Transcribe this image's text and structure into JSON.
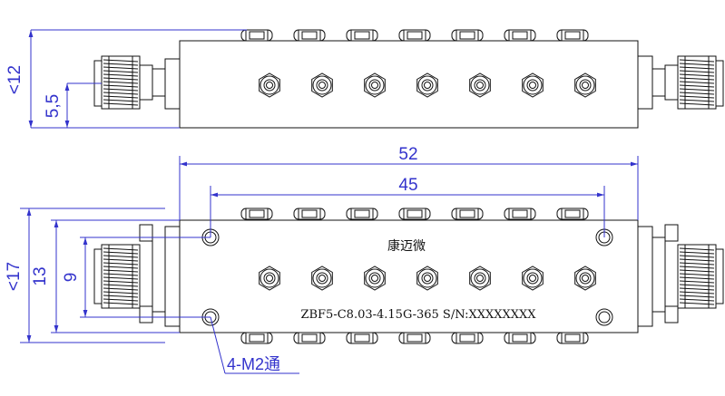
{
  "top_view": {
    "dimensions": {
      "height_total": "<12",
      "connector_height": "5,5"
    }
  },
  "bottom_view": {
    "dimensions": {
      "length_total": "52",
      "hole_spacing_x": "45",
      "height_total": "<17",
      "body_height": "13",
      "hole_spacing_y": "9"
    },
    "body_text": {
      "brand": "康迈微",
      "model": "ZBF5-C8.03-4.15G-365 S/N:XXXXXXXX"
    },
    "callout": {
      "mounting_holes": "4-M2通"
    }
  },
  "colors": {
    "outline": "#111111",
    "dimension": "#3333cc",
    "background": "#ffffff"
  }
}
